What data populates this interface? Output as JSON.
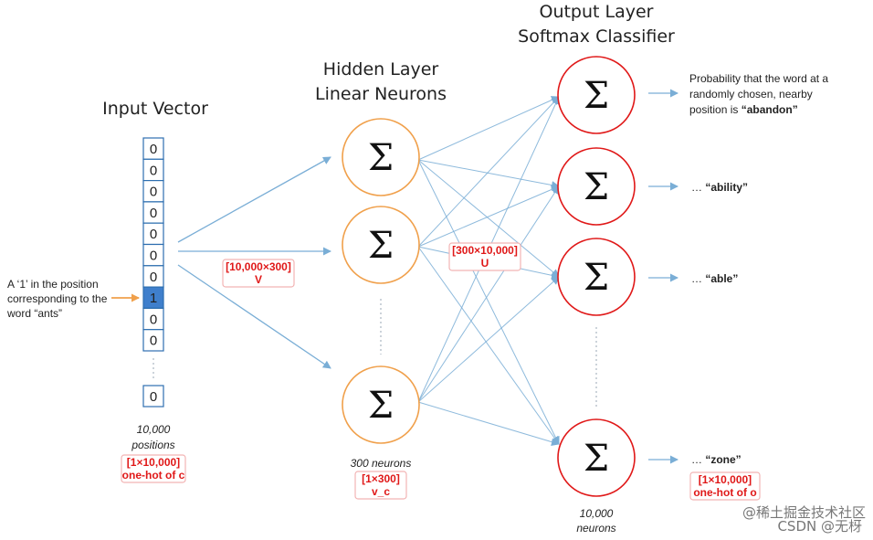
{
  "headings": {
    "input": "Input Vector",
    "hidden_line1": "Hidden Layer",
    "hidden_line2": "Linear Neurons",
    "output_line1": "Output Layer",
    "output_line2": "Softmax Classifier"
  },
  "input_vector": {
    "cells": [
      "0",
      "0",
      "0",
      "0",
      "0",
      "0",
      "0",
      "1",
      "0",
      "0"
    ],
    "last_cell": "0",
    "highlight_color": "#3f7fcc",
    "positions_line1": "10,000",
    "positions_line2": "positions",
    "dim_line1": "[1×10,000]",
    "dim_line2": "one-hot of c"
  },
  "input_note": {
    "line1": "A ‘1’ in the position",
    "line2": "corresponding to the",
    "line3": "word “ants”"
  },
  "weights_v": {
    "line1": "[10,000×300]",
    "line2": "V"
  },
  "weights_u": {
    "line1": "[300×10,000]",
    "line2": "U"
  },
  "sigma": "Σ",
  "hidden": {
    "count_label": "300 neurons",
    "dim_line1": "[1×300]",
    "dim_line2": "v_c"
  },
  "output": {
    "prob_line1": "Probability that the word at a",
    "prob_line2": "randomly chosen, nearby",
    "prob_line3_prefix": "position is ",
    "prob_word1": "“abandon”",
    "ellipsis": "… ",
    "prob_word2": "“ability”",
    "prob_word3": "“able”",
    "prob_word4": "“zone”",
    "count_line1": "10,000",
    "count_line2": "neurons",
    "dim_line1": "[1×10,000]",
    "dim_line2": "one-hot of o"
  },
  "watermark": {
    "line1": "@稀土掘金技术社区",
    "line2": "CSDN @无枒"
  },
  "colors": {
    "hidden_stroke": "#f0a04b",
    "output_stroke": "#e01818",
    "arrow": "#7aaed6",
    "cell_border": "#2e6fb0",
    "note_arrow": "#f0a04b",
    "red_text": "#e01818"
  }
}
